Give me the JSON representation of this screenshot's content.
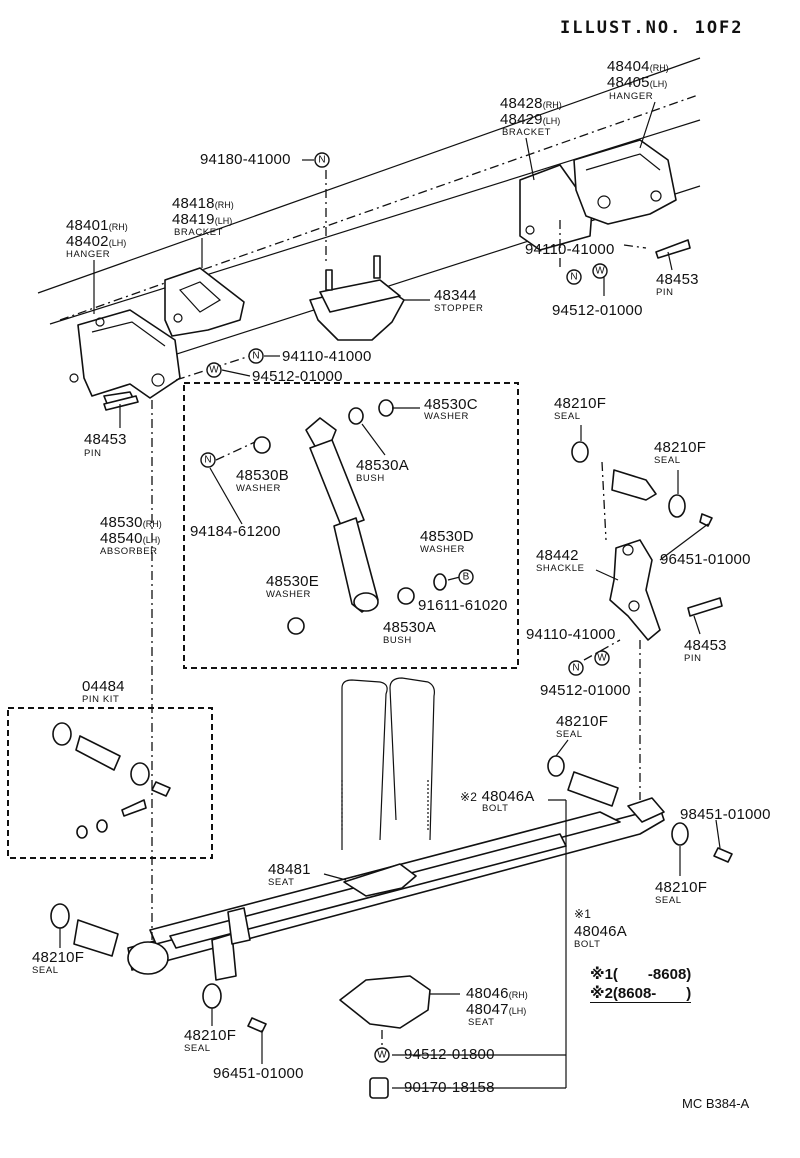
{
  "header": {
    "illust_no": "ILLUST.NO. 1OF2"
  },
  "footer": {
    "code": "MC B384-A"
  },
  "notes": {
    "n1": "※1(　　-8608)",
    "n2": "※2(8608-　　)"
  },
  "symbols": {
    "n": "N",
    "w": "W",
    "b": "B"
  },
  "parts": {
    "p48404": {
      "num": "48404",
      "sfx": "(RH)"
    },
    "p48405": {
      "num": "48405",
      "sfx": "(LH)",
      "name": "HANGER"
    },
    "p48428": {
      "num": "48428",
      "sfx": "(RH)"
    },
    "p48429": {
      "num": "48429",
      "sfx": "(LH)",
      "name": "BRACKET"
    },
    "p94180": {
      "num": "94180-41000"
    },
    "p48418": {
      "num": "48418",
      "sfx": "(RH)"
    },
    "p48419": {
      "num": "48419",
      "sfx": "(LH)",
      "name": "BRACKET"
    },
    "p48401": {
      "num": "48401",
      "sfx": "(RH)"
    },
    "p48402": {
      "num": "48402",
      "sfx": "(LH)",
      "name": "HANGER"
    },
    "p94110a": {
      "num": "94110-41000"
    },
    "p48453a": {
      "num": "48453",
      "name": "PIN"
    },
    "p94512a": {
      "num": "94512-01000"
    },
    "p48344": {
      "num": "48344",
      "name": "STOPPER"
    },
    "p94110b": {
      "num": "94110-41000"
    },
    "p94512b": {
      "num": "94512-01000"
    },
    "p48453b": {
      "num": "48453",
      "name": "PIN"
    },
    "p48530C": {
      "num": "48530C",
      "name": "WASHER"
    },
    "p48530A1": {
      "num": "48530A",
      "name": "BUSH"
    },
    "p48530B": {
      "num": "48530B",
      "name": "WASHER"
    },
    "p94184": {
      "num": "94184-61200"
    },
    "p48530": {
      "num": "48530",
      "sfx": "(RH)"
    },
    "p48540": {
      "num": "48540",
      "sfx": "(LH)",
      "name": "ABSORBER"
    },
    "p48530D": {
      "num": "48530D",
      "name": "WASHER"
    },
    "p91611": {
      "num": "91611-61020"
    },
    "p48530E": {
      "num": "48530E",
      "name": "WASHER"
    },
    "p48530A2": {
      "num": "48530A",
      "name": "BUSH"
    },
    "p48210Fa": {
      "num": "48210F",
      "name": "SEAL"
    },
    "p48210Fb": {
      "num": "48210F",
      "name": "SEAL"
    },
    "p48442": {
      "num": "48442",
      "name": "SHACKLE"
    },
    "p96451a": {
      "num": "96451-01000"
    },
    "p94110c": {
      "num": "94110-41000"
    },
    "p48453c": {
      "num": "48453",
      "name": "PIN"
    },
    "p94512c": {
      "num": "94512-01000"
    },
    "p04484": {
      "num": "04484",
      "name": "PIN KIT"
    },
    "p48210Fc": {
      "num": "48210F",
      "name": "SEAL"
    },
    "p48046A1": {
      "mark": "※2",
      "num": "48046A",
      "name": "BOLT"
    },
    "p96451b": {
      "num": "98451-01000"
    },
    "p48481": {
      "num": "48481",
      "name": "SEAT"
    },
    "p48210Fd": {
      "num": "48210F",
      "name": "SEAL"
    },
    "p48046A2": {
      "mark": "※1",
      "num": "48046A",
      "name": "BOLT"
    },
    "p48210Fe": {
      "num": "48210F",
      "name": "SEAL"
    },
    "p48046": {
      "num": "48046",
      "sfx": "(RH)"
    },
    "p48047": {
      "num": "48047",
      "sfx": "(LH)",
      "name": "SEAT"
    },
    "p48210Ff": {
      "num": "48210F",
      "name": "SEAL"
    },
    "p94512d": {
      "num": "94512-01800"
    },
    "p96451c": {
      "num": "96451-01000"
    },
    "p90170": {
      "num": "90170-18158"
    }
  }
}
